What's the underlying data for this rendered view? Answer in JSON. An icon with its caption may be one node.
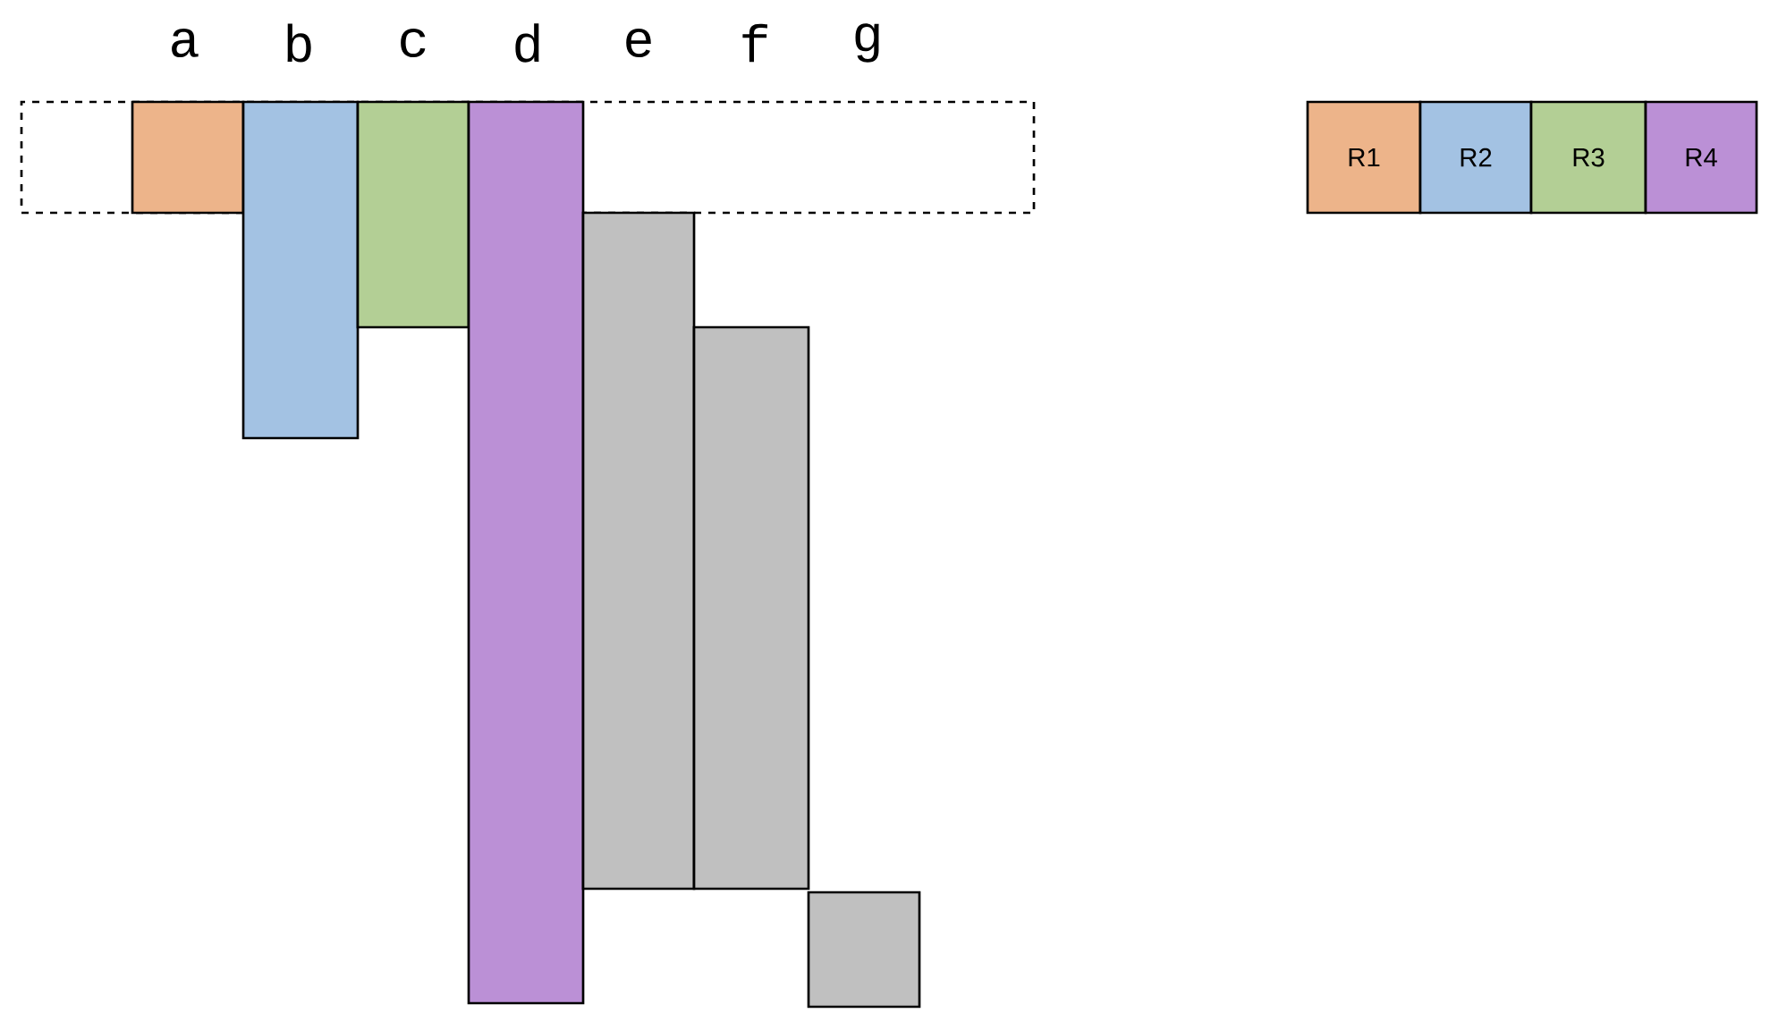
{
  "diagram": {
    "nodes": [
      {
        "text": [],
        "shape": "box"
      },
      {
        "text": [],
        "shape": "bar",
        "in": 0
      },
      {
        "text": [],
        "shape": "bar"
      },
      {
        "text": [],
        "shape": "bar"
      },
      {
        "text": [],
        "shape": "bar"
      },
      {
        "text": [],
        "shape": "bar"
      },
      {
        "text": [],
        "shape": "bar"
      },
      {
        "text": [],
        "shape": "bar"
      },
      {
        "text": [
          "R1"
        ]
      },
      {
        "text": [
          "R2"
        ]
      },
      {
        "text": [
          "R3"
        ]
      },
      {
        "text": [
          "R4"
        ]
      }
    ],
    "labels": [
      "a",
      "b",
      "c",
      "d",
      "e",
      "f",
      "g"
    ]
  }
}
